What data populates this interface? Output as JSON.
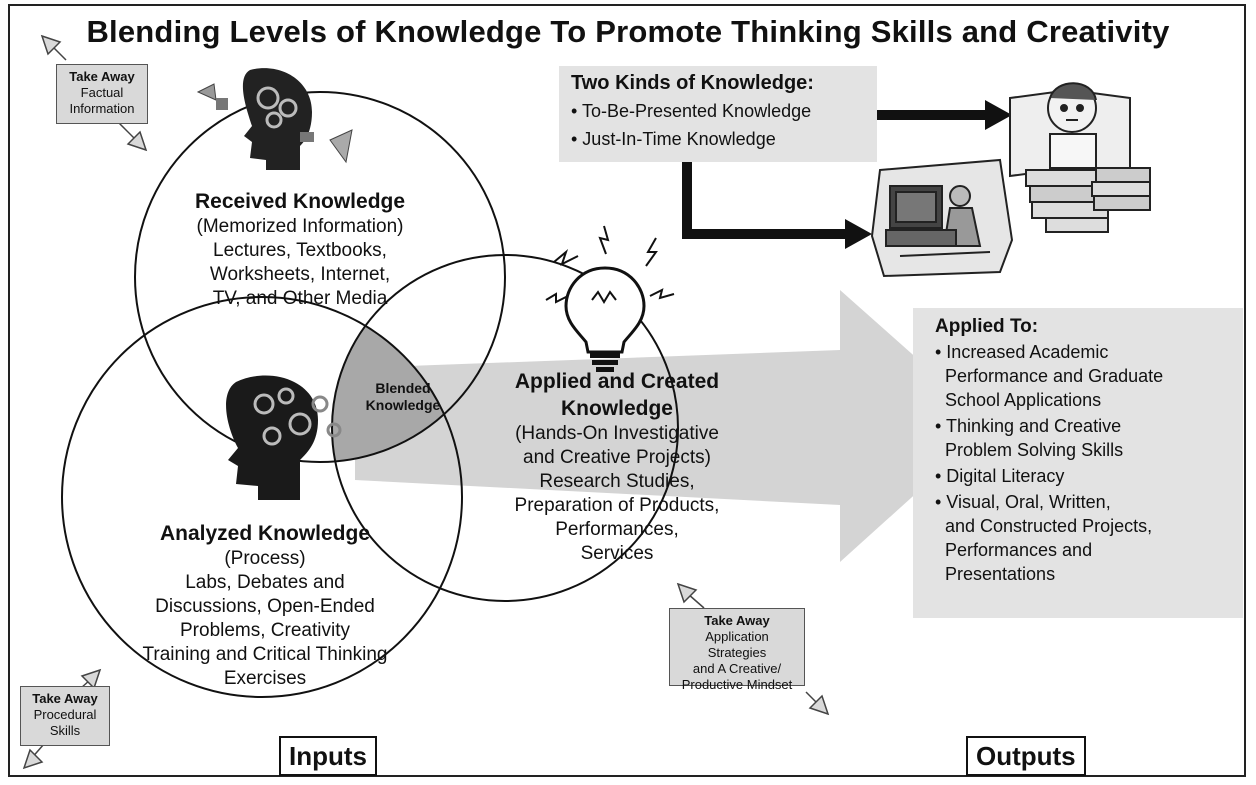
{
  "title": "Blending Levels of Knowledge To Promote Thinking Skills and Creativity",
  "received": {
    "heading": "Received Knowledge",
    "lines": [
      "(Memorized Information)",
      "Lectures, Textbooks,",
      "Worksheets, Internet,",
      "TV, and Other Media"
    ]
  },
  "analyzed": {
    "heading": "Analyzed Knowledge",
    "lines": [
      "(Process)",
      "Labs, Debates and",
      "Discussions, Open-Ended",
      "Problems, Creativity",
      "Training and Critical Thinking",
      "Exercises"
    ]
  },
  "applied_created": {
    "heading1": "Applied and Created",
    "heading2": "Knowledge",
    "lines": [
      "(Hands-On Investigative",
      "and Creative Projects)",
      "Research Studies,",
      "Preparation of Products,",
      "Performances,",
      "Services"
    ]
  },
  "blended": [
    "Blended",
    "Knowledge"
  ],
  "takeaways": {
    "factual": {
      "head": "Take Away",
      "lines": [
        "Factual",
        "Information"
      ]
    },
    "procedural": {
      "head": "Take Away",
      "lines": [
        "Procedural",
        "Skills"
      ]
    },
    "application": {
      "head": "Take Away",
      "lines": [
        "Application Strategies",
        "and A Creative/",
        "Productive Mindset"
      ]
    }
  },
  "two_kinds": {
    "heading": "Two Kinds of Knowledge:",
    "items": [
      "• To-Be-Presented Knowledge",
      "• Just-In-Time Knowledge"
    ]
  },
  "applied_to": {
    "heading": "Applied To:",
    "items": [
      [
        "• Increased Academic",
        "  Performance and Graduate",
        "  School Applications"
      ],
      [
        "• Thinking and Creative",
        "  Problem Solving Skills"
      ],
      [
        "• Digital Literacy"
      ],
      [
        "• Visual, Oral, Written,",
        "  and Constructed Projects,",
        "  Performances and",
        "  Presentations"
      ]
    ]
  },
  "inputs_label": "Inputs",
  "outputs_label": "Outputs",
  "colors": {
    "fill_gray": "#e3e3e3",
    "arrow_gray": "#d4d4d4",
    "intersection": "#a8a8a8"
  }
}
